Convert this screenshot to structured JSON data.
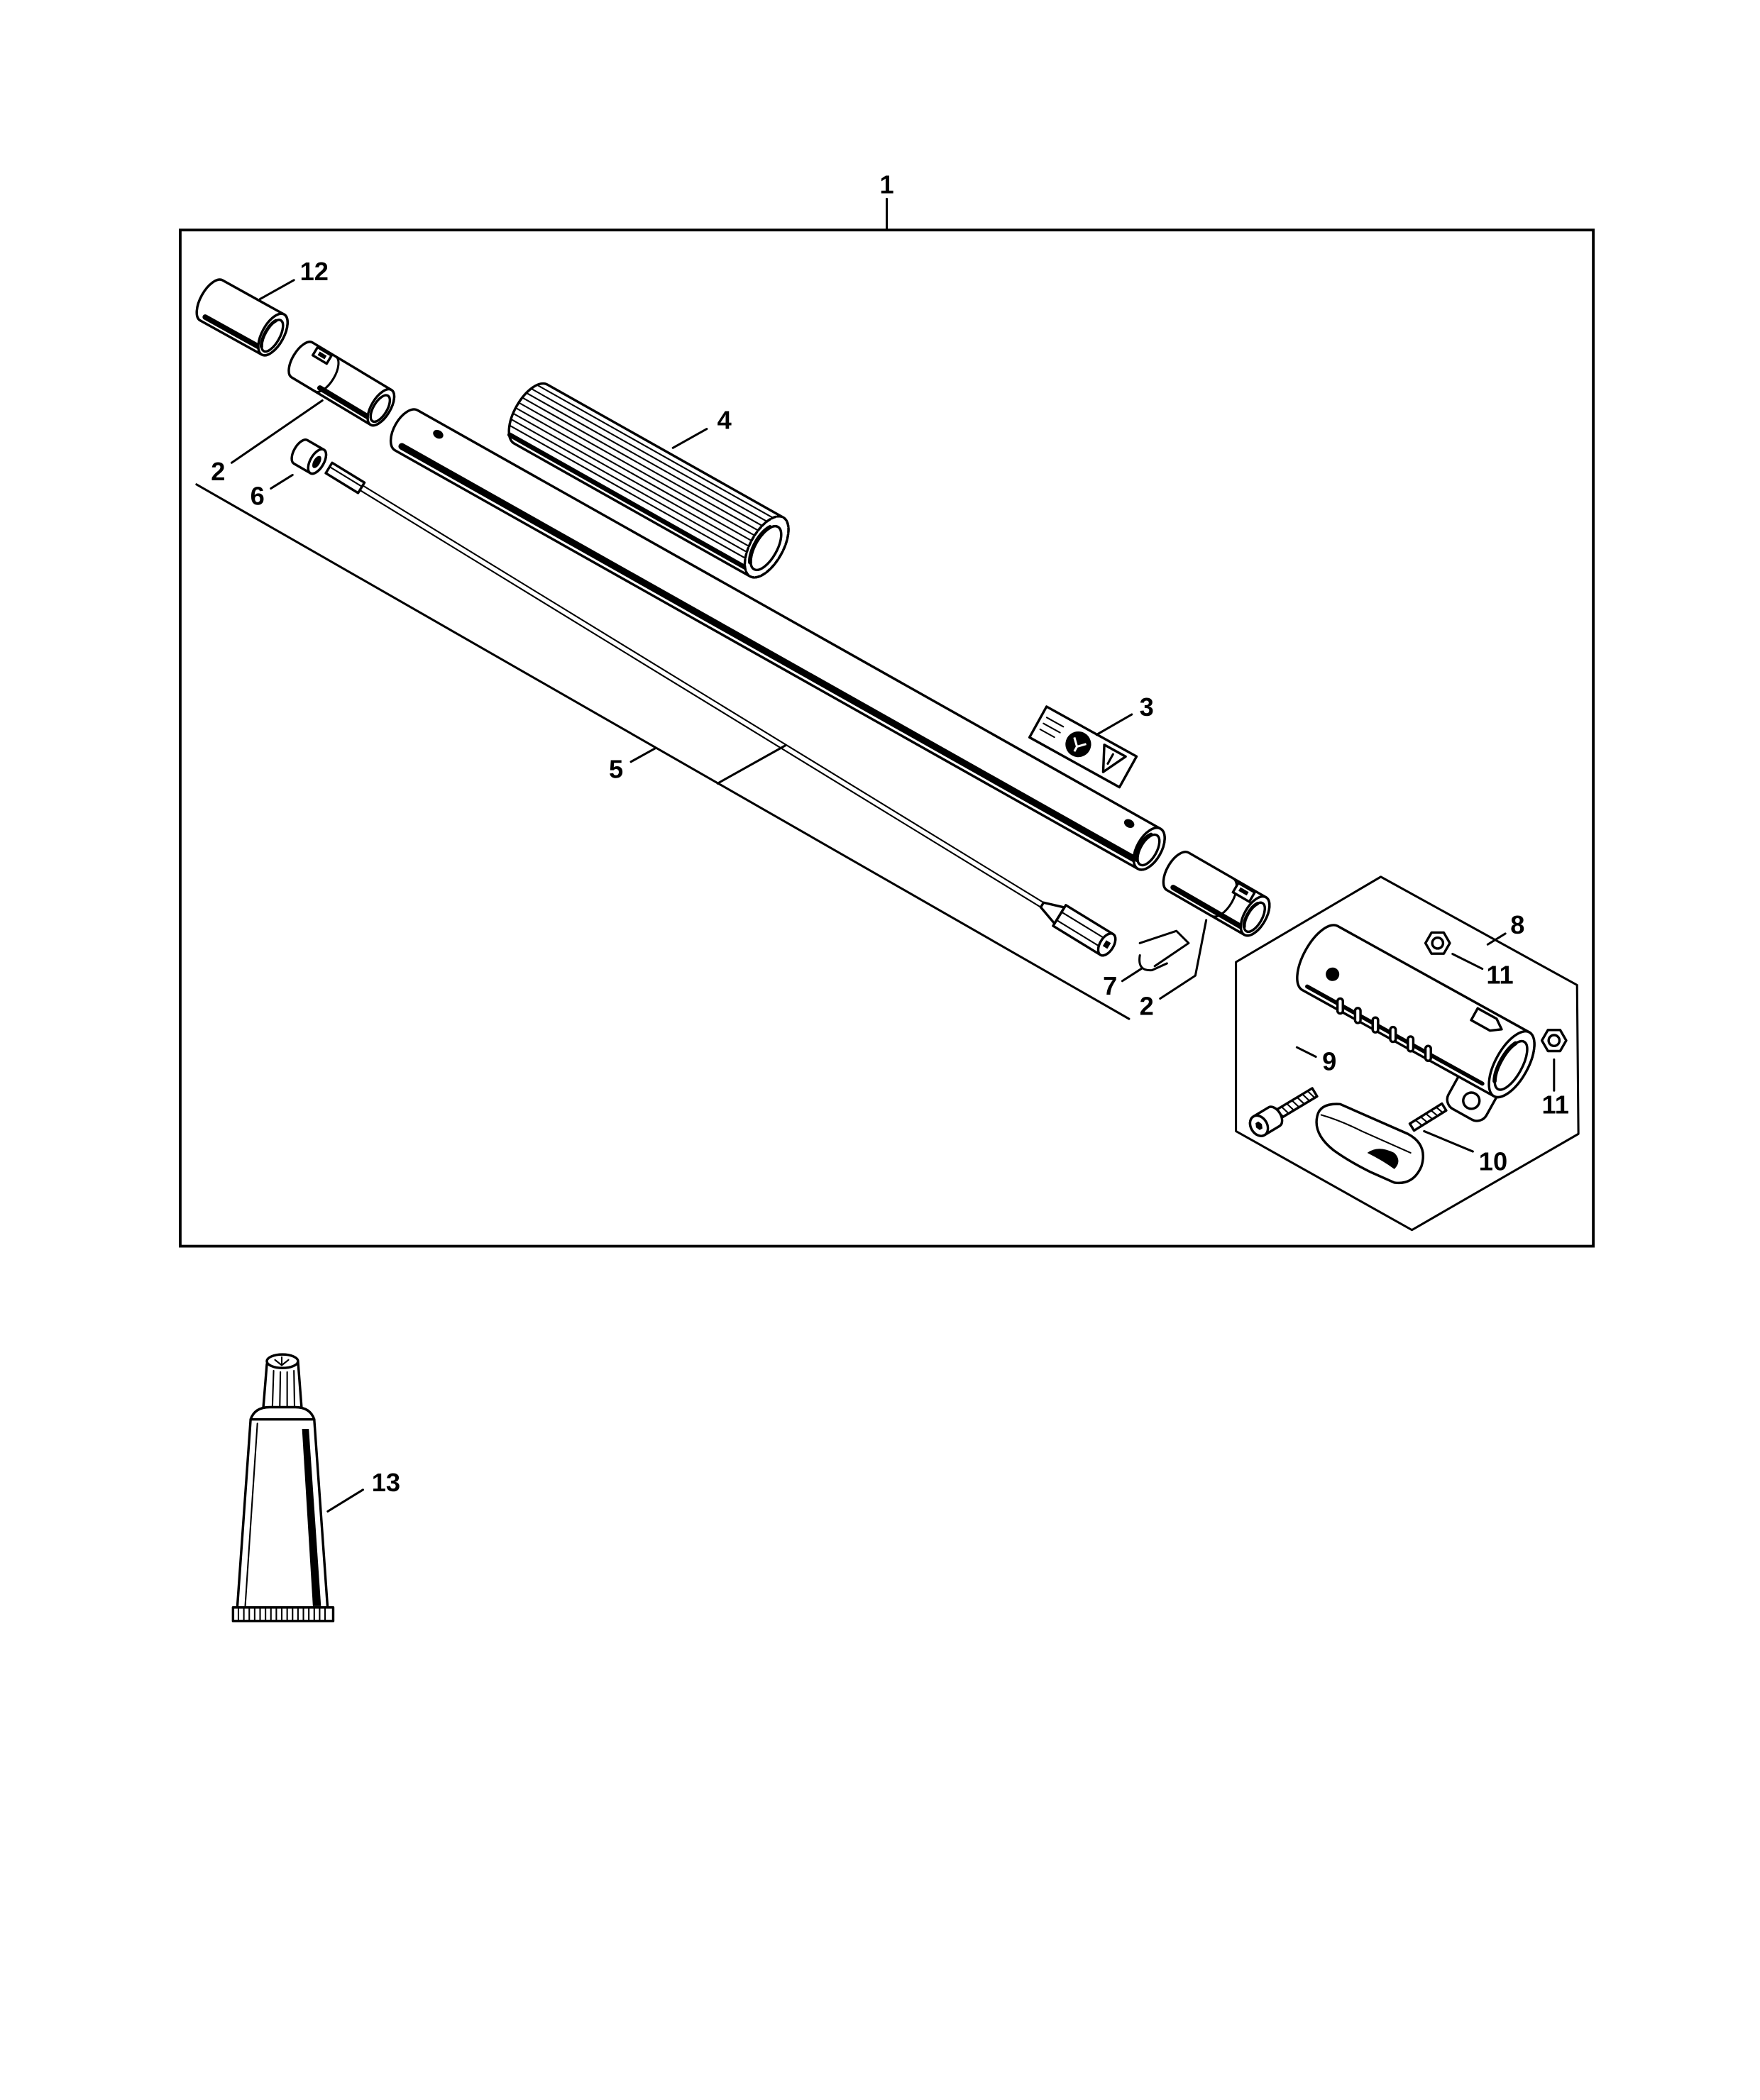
{
  "colors": {
    "line": "#000000",
    "paper": "#ffffff"
  },
  "callouts": {
    "c1": "1",
    "c12": "12",
    "c4": "4",
    "c2_left": "2",
    "c6": "6",
    "c3": "3",
    "c5": "5",
    "c8": "8",
    "c11_top": "11",
    "c7": "7",
    "c2_right": "2",
    "c9": "9",
    "c11_right": "11",
    "c10": "10",
    "c13": "13"
  }
}
